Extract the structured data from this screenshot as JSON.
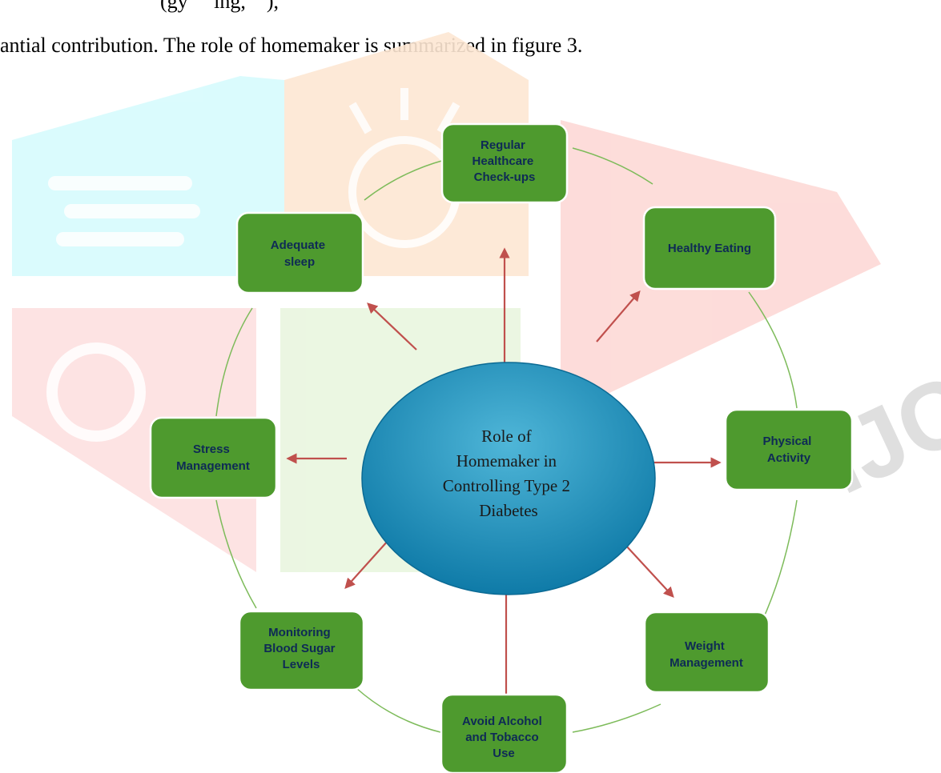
{
  "page": {
    "top_fragment": "(gy          ing,         ),",
    "caption": "antial contribution. The role of homemaker is summarized in figure 3.",
    "watermark_text": "IJCRT"
  },
  "diagram": {
    "center": {
      "lines": [
        "Role of",
        "Homemaker in",
        "Controlling Type 2",
        "Diabetes"
      ]
    },
    "nodes": [
      {
        "id": "regular-healthcare-checkups",
        "lines": [
          "Regular",
          "Healthcare",
          "Check-ups"
        ]
      },
      {
        "id": "healthy-eating",
        "lines": [
          "Healthy Eating"
        ]
      },
      {
        "id": "physical-activity",
        "lines": [
          "Physical",
          "Activity"
        ]
      },
      {
        "id": "weight-management",
        "lines": [
          "Weight",
          "Management"
        ]
      },
      {
        "id": "avoid-alcohol-tobacco",
        "lines": [
          "Avoid Alcohol",
          "and Tobacco",
          "Use"
        ]
      },
      {
        "id": "monitoring-blood-sugar",
        "lines": [
          "Monitoring",
          "Blood Sugar",
          "Levels"
        ]
      },
      {
        "id": "stress-management",
        "lines": [
          "Stress",
          "Management"
        ]
      },
      {
        "id": "adequate-sleep",
        "lines": [
          "Adequate",
          "sleep"
        ]
      }
    ]
  },
  "colors": {
    "node_fill": "#4e9a2e",
    "node_stroke": "#ffffff",
    "node_text": "#0e2a55",
    "ring": "#7dbb5a",
    "arrow": "#c0504d",
    "center_fill_top": "#3aa3c9",
    "center_fill_bottom": "#0b7aa8"
  }
}
